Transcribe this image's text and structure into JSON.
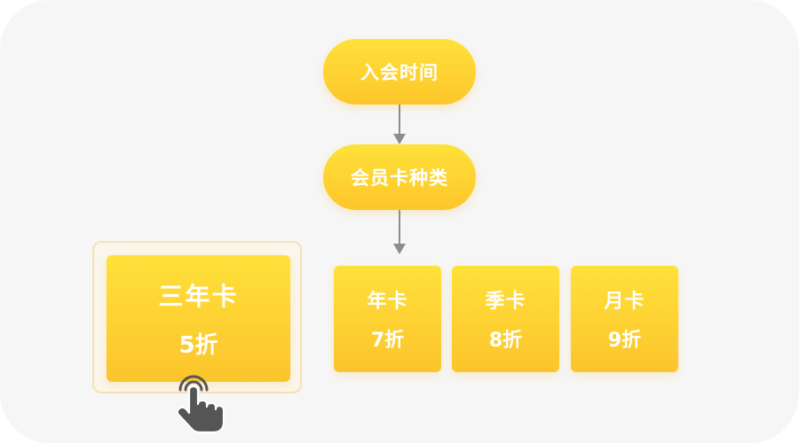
{
  "flow": {
    "step1": "入会时间",
    "step2": "会员卡种类"
  },
  "options": {
    "three_year": {
      "name": "三年卡",
      "discount": "5折"
    },
    "year": {
      "name": "年卡",
      "discount": "7折"
    },
    "quarter": {
      "name": "季卡",
      "discount": "8折"
    },
    "month": {
      "name": "月卡",
      "discount": "9折"
    }
  },
  "selected_option": "三年卡",
  "colors": {
    "background": "#f6f6f6",
    "node_top": "#ffe13a",
    "node_bottom": "#fdc62a",
    "arrow": "#8d8d8d",
    "selection_border": "#f6e1b3",
    "cursor": "#555555"
  },
  "icons": {
    "cursor": "pointing-hand-icon"
  }
}
